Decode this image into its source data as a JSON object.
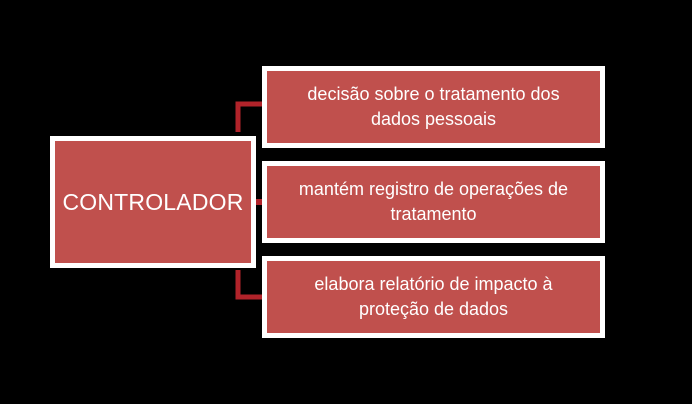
{
  "diagram": {
    "root": {
      "label": "CONTROLADOR"
    },
    "children": [
      {
        "label": "decisão sobre o tratamento dos dados pessoais"
      },
      {
        "label": "mantém registro de operações de tratamento"
      },
      {
        "label": "elabora relatório de impacto à proteção de dados"
      }
    ]
  },
  "colors": {
    "background": "#000000",
    "box_fill": "#c0504d",
    "box_border": "#ffffff",
    "connector": "#b1232a",
    "text": "#ffffff"
  }
}
